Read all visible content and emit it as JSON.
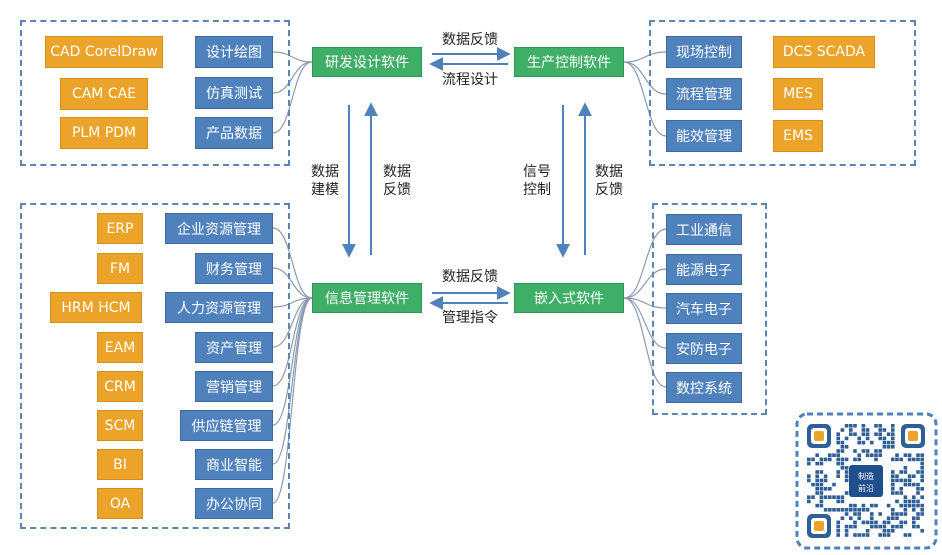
{
  "colors": {
    "blue": "#4f82bd",
    "orange": "#eba429",
    "green": "#3fae66",
    "frame": "#5b86b4",
    "arrow": "#4f82bd",
    "connector": "#8a9bb0"
  },
  "hubs": {
    "rd": "研发设计软件",
    "prod": "生产控制软件",
    "info": "信息管理软件",
    "embedded": "嵌入式软件"
  },
  "rd": {
    "items": [
      "设计绘图",
      "仿真测试",
      "产品数据"
    ],
    "tags": [
      "CAD CorelDraw",
      "CAM  CAE",
      "PLM  PDM"
    ]
  },
  "prod": {
    "items": [
      "现场控制",
      "流程管理",
      "能效管理"
    ],
    "tags": [
      "DCS  SCADA",
      "MES",
      "EMS"
    ]
  },
  "info": {
    "items": [
      "企业资源管理",
      "财务管理",
      "人力资源管理",
      "资产管理",
      "营销管理",
      "供应链管理",
      "商业智能",
      "办公协同"
    ],
    "tags": [
      "ERP",
      "FM",
      "HRM  HCM",
      "EAM",
      "CRM",
      "SCM",
      "BI",
      "OA"
    ]
  },
  "embedded": {
    "items": [
      "工业通信",
      "能源电子",
      "汽车电子",
      "安防电子",
      "数控系统"
    ]
  },
  "flows": {
    "top_upper": "数据反馈",
    "top_lower": "流程设计",
    "bottom_upper": "数据反馈",
    "bottom_lower": "管理指令",
    "left_down": [
      "数据",
      "建模"
    ],
    "left_up": [
      "数据",
      "反馈"
    ],
    "right_down": [
      "信号",
      "控制"
    ],
    "right_up": [
      "数据",
      "反馈"
    ]
  },
  "qr": {
    "logo_lines": [
      "制造",
      "前沿"
    ]
  }
}
